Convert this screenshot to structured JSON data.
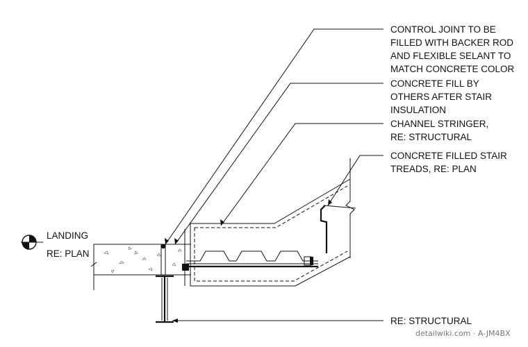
{
  "notes": {
    "control_joint": [
      "CONTROL JOINT TO BE",
      "FILLED WITH BACKER ROD",
      "AND FLEXIBLE SELANT TO",
      "MATCH CONCRETE COLOR"
    ],
    "concrete_fill": [
      "CONCRETE FILL BY",
      "OTHERS AFTER STAIR",
      "INSULATION"
    ],
    "channel_stringer": [
      "CHANNEL STRINGER,",
      "RE: STRUCTURAL"
    ],
    "stair_treads": [
      "CONCRETE FILLED STAIR",
      "TREADS, RE: PLAN"
    ],
    "beam": [
      "RE: STRUCTURAL"
    ]
  },
  "landing": {
    "title": "LANDING",
    "ref": "RE: PLAN"
  },
  "watermark": "detailwiki.com · A-JM4BX"
}
